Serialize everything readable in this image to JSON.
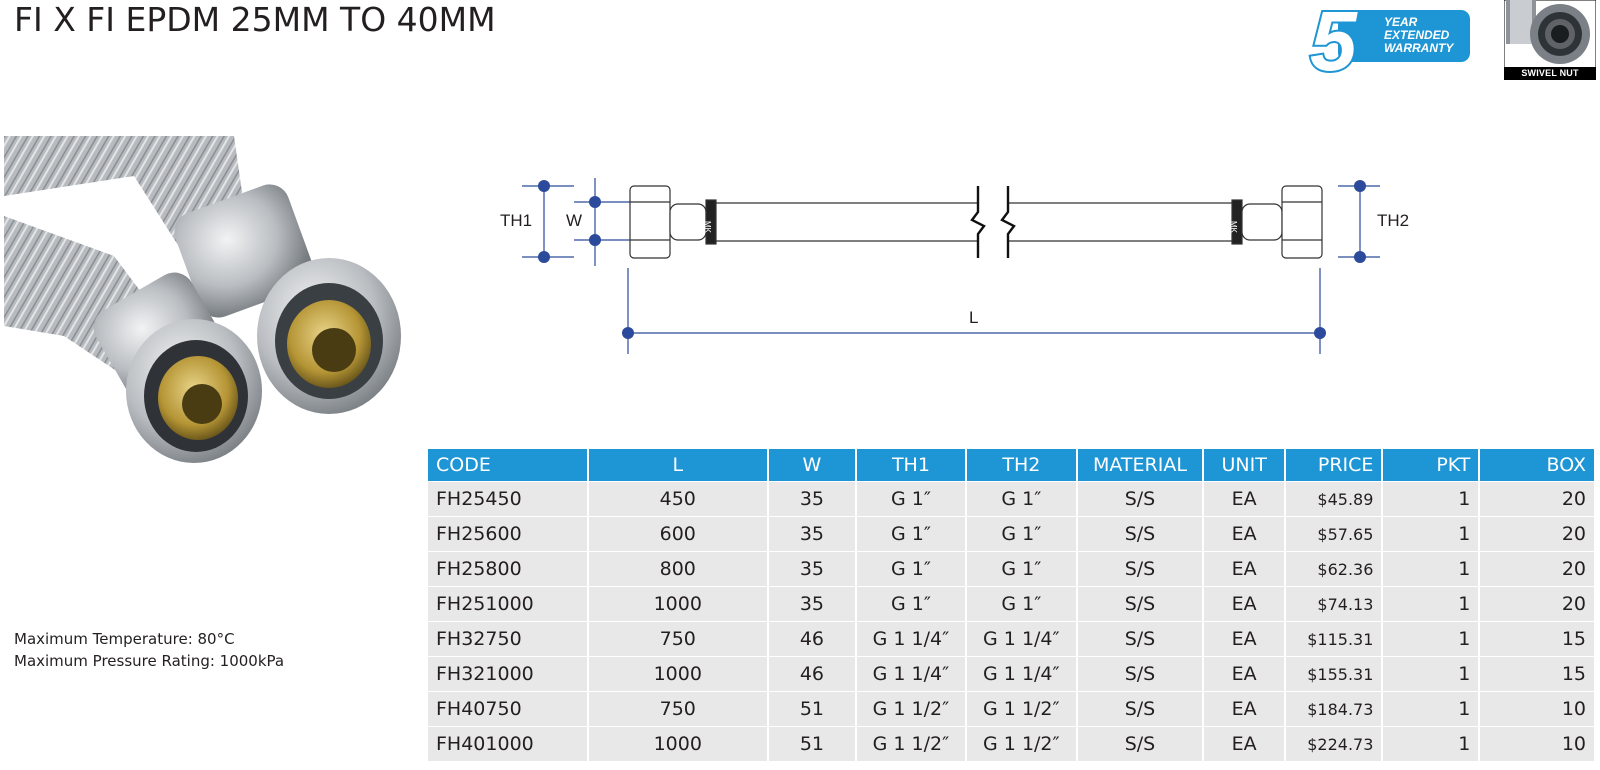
{
  "page": {
    "title": "FI X FI EPDM 25MM TO 40MM"
  },
  "badges": {
    "warranty": {
      "number": "5",
      "line1": "YEAR",
      "line2": "EXTENDED",
      "line3": "WARRANTY",
      "color": "#1e95d4"
    },
    "swivel_nut": {
      "label": "SWIVEL NUT"
    }
  },
  "diagram": {
    "labels": {
      "th1": "TH1",
      "w": "W",
      "th2": "TH2",
      "l": "L"
    },
    "crimp_mark": "MK",
    "dimension_color": "#2b4a9b"
  },
  "specs": {
    "max_temperature": "Maximum Temperature: 80°C",
    "max_pressure": "Maximum Pressure Rating: 1000kPa"
  },
  "table": {
    "header_color": "#1e95d4",
    "columns": [
      "CODE",
      "L",
      "W",
      "TH1",
      "TH2",
      "MATERIAL",
      "UNIT",
      "PRICE",
      "PKT",
      "BOX"
    ],
    "rows": [
      [
        "FH25450",
        "450",
        "35",
        "G 1″",
        "G 1″",
        "S/S",
        "EA",
        "$45.89",
        "1",
        "20"
      ],
      [
        "FH25600",
        "600",
        "35",
        "G 1″",
        "G 1″",
        "S/S",
        "EA",
        "$57.65",
        "1",
        "20"
      ],
      [
        "FH25800",
        "800",
        "35",
        "G 1″",
        "G 1″",
        "S/S",
        "EA",
        "$62.36",
        "1",
        "20"
      ],
      [
        "FH251000",
        "1000",
        "35",
        "G 1″",
        "G 1″",
        "S/S",
        "EA",
        "$74.13",
        "1",
        "20"
      ],
      [
        "FH32750",
        "750",
        "46",
        "G 1 1/4″",
        "G 1 1/4″",
        "S/S",
        "EA",
        "$115.31",
        "1",
        "15"
      ],
      [
        "FH321000",
        "1000",
        "46",
        "G 1 1/4″",
        "G 1 1/4″",
        "S/S",
        "EA",
        "$155.31",
        "1",
        "15"
      ],
      [
        "FH40750",
        "750",
        "51",
        "G 1 1/2″",
        "G 1 1/2″",
        "S/S",
        "EA",
        "$184.73",
        "1",
        "10"
      ],
      [
        "FH401000",
        "1000",
        "51",
        "G 1 1/2″",
        "G 1 1/2″",
        "S/S",
        "EA",
        "$224.73",
        "1",
        "10"
      ]
    ]
  }
}
